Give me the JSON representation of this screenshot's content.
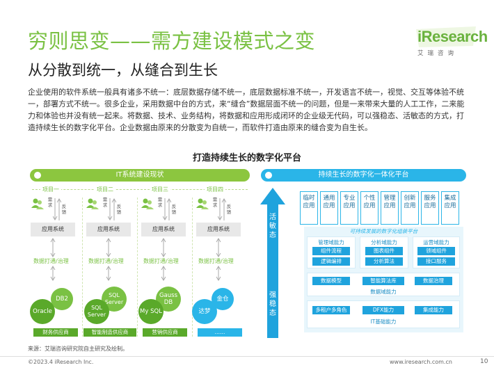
{
  "header": {
    "title": "穷则思变——需方建设模式之变",
    "subtitle": "从分散到统一，从缝合到生长",
    "logo_text": "iResearch",
    "logo_sub": "艾瑞咨询"
  },
  "intro_paragraph": "企业使用的软件系统一般具有诸多不统一：底层数据存储不统一，底层数据标准不统一，开发语言不统一，视觉、交互等体验不统一，部署方式不统一。很多企业，采用数据中台的方式，来“缝合”数据层面不统一的问题，但是一来带来大量的人工工作，二来能力和体验也并没有统一起来。将数据、技术、业务结构，将数据和应用形成闭环的企业级无代码，可以强稳态、活敏态的方式，打造持续生长的数字化平台。企业数据由原来的分散变为自统一，而软件打造由原来的缝合变为自生长。",
  "section_title": "打造持续生长的数字化平台",
  "left_panel": {
    "header": "IT系统建设现状",
    "projects": [
      "项目一",
      "项目二",
      "项目三",
      "项目四"
    ],
    "demand_label": "需求",
    "feedback_label": "反馈",
    "system_label": "应用系统",
    "integration_label": "数据打通/治理",
    "db_groups": [
      {
        "dbs": [
          "DB2",
          "Oracle"
        ],
        "vendor": "财务供应商"
      },
      {
        "dbs": [
          "SQL Server",
          "SQL Server"
        ],
        "vendor": "智能制造供应商"
      },
      {
        "dbs": [
          "Gauss DB",
          "My SQL"
        ],
        "vendor": "营销供应商"
      },
      {
        "dbs": [
          "金仓",
          "达梦"
        ],
        "vendor": "……"
      }
    ]
  },
  "right_panel": {
    "header": "持续生长的数字化一体化平台",
    "arrow_top": "活敏态",
    "arrow_bottom": "强稳态",
    "apps": [
      "临时应用",
      "通用应用",
      "专业应用",
      "个性应用",
      "管理应用",
      "创新应用",
      "服务应用",
      "集成应用"
    ],
    "platform_caption": "可持续发展的数字化组装平台",
    "management": {
      "title": "管理域能力",
      "items": [
        "组件流程",
        "逻辑编排"
      ]
    },
    "analysis": {
      "title": "分析域能力",
      "items": [
        "图表组件",
        "分析算法"
      ]
    },
    "operation": {
      "title": "运营域能力",
      "items": [
        "领域组件",
        "接口服务"
      ]
    },
    "data_domain": {
      "title": "数据域能力",
      "items": [
        "数据模型",
        "智能算法库",
        "数据治理"
      ]
    },
    "it_base": {
      "title": "IT基础能力",
      "items": [
        "多租户多角色",
        "DFX能力",
        "集成能力"
      ]
    }
  },
  "source": "来源：艾瑞咨询研究院自主研究及绘制。",
  "footer": {
    "copyright": "©2023.4 iResearch Inc.",
    "url": "www.iresearch.com.cn",
    "page": "10"
  },
  "colors": {
    "green": "#7ac143",
    "blue": "#2ab5e8",
    "dark_blue": "#1fa3dd"
  }
}
